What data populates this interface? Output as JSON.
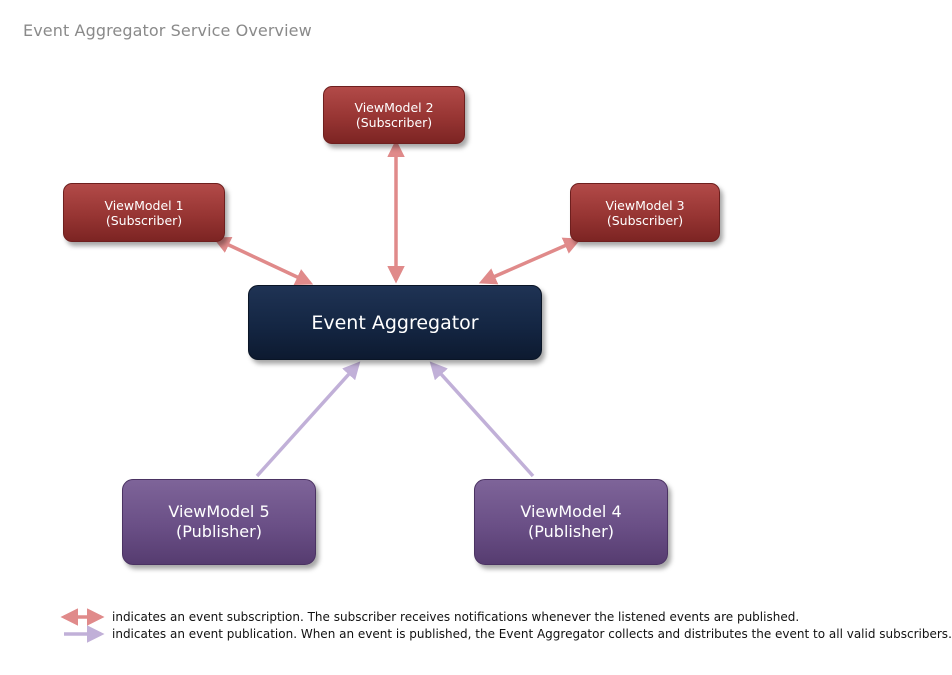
{
  "title": "Event Aggregator Service Overview",
  "colors": {
    "subscription_arrow": "#e08a8a",
    "publication_arrow": "#c1b0d8",
    "subscriber_box": "#973533",
    "aggregator_box": "#142643",
    "publisher_box": "#6a4f86"
  },
  "nodes": {
    "viewmodel1": {
      "line1": "ViewModel 1",
      "line2": "(Subscriber)"
    },
    "viewmodel2": {
      "line1": "ViewModel 2",
      "line2": "(Subscriber)"
    },
    "viewmodel3": {
      "line1": "ViewModel 3",
      "line2": "(Subscriber)"
    },
    "aggregator": {
      "label": "Event Aggregator"
    },
    "viewmodel5": {
      "line1": "ViewModel 5",
      "line2": "(Publisher)"
    },
    "viewmodel4": {
      "line1": "ViewModel 4",
      "line2": "(Publisher)"
    }
  },
  "legend": {
    "subscription": "indicates an event subscription. The subscriber receives notifications whenever the listened events are published.",
    "publication": "indicates an event publication. When an event is published, the Event Aggregator collects and distributes the event to all valid subscribers."
  }
}
